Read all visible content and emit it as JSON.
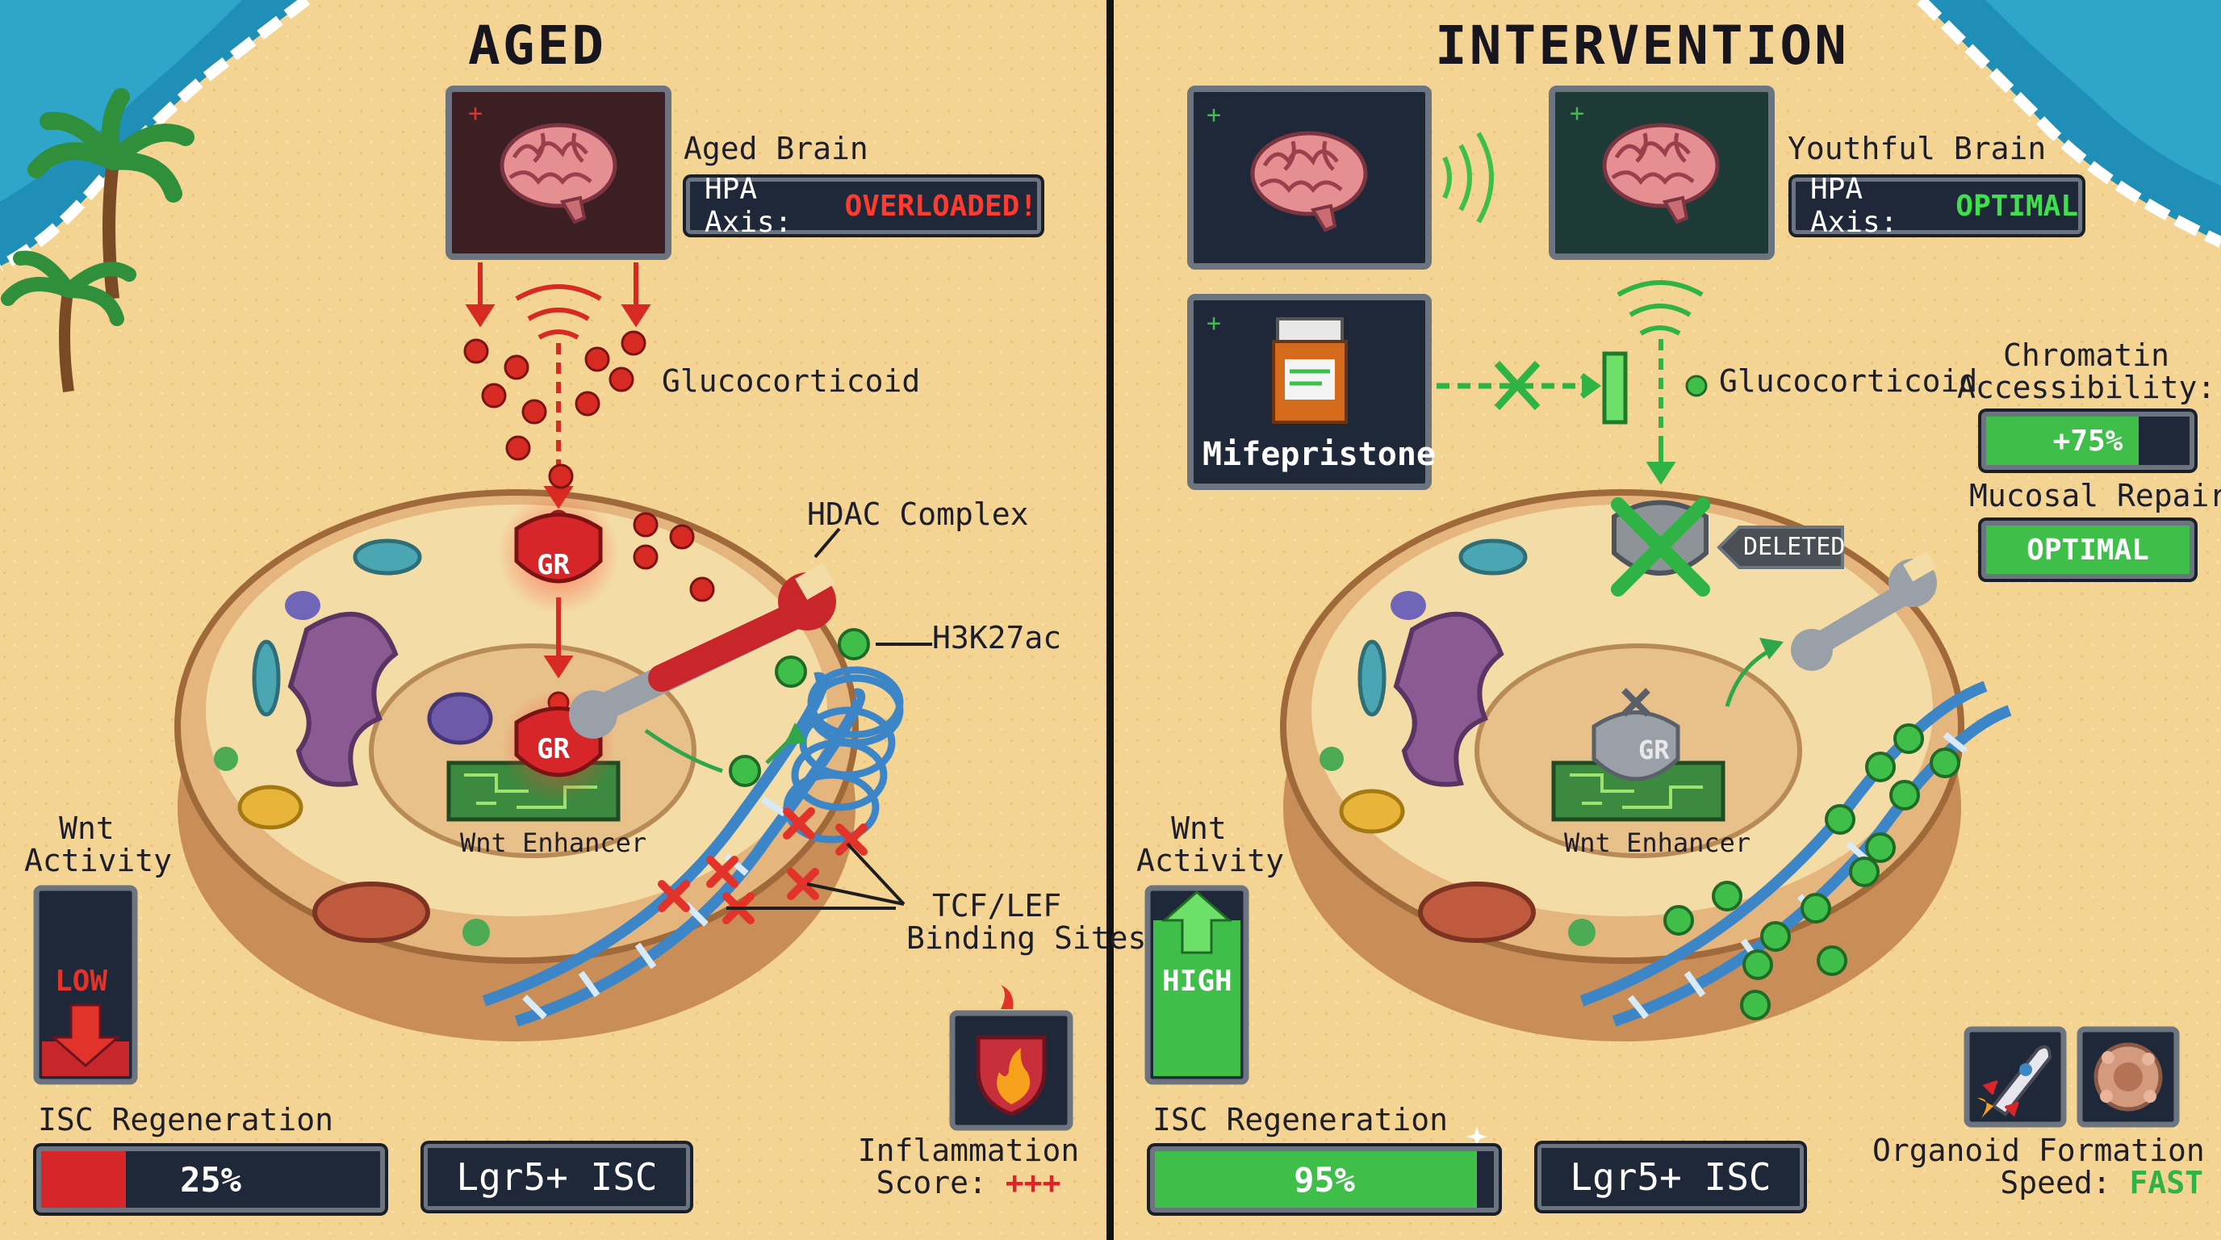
{
  "aged": {
    "title": "AGED",
    "brain_label": "Aged Brain",
    "hpa_prefix": "HPA Axis:",
    "hpa_status": "OVERLOADED!",
    "hormone_label": "Glucocorticoid",
    "receptor_label": "GR",
    "hdac_label": "HDAC Complex",
    "mark_label": "H3K27ac",
    "enhancer_label": "Wnt Enhancer",
    "binding_label_1": "TCF/LEF",
    "binding_label_2": "Binding Sites",
    "wnt_label_1": "Wnt",
    "wnt_label_2": "Activity",
    "wnt_level": "LOW",
    "isc_label": "ISC Regeneration",
    "isc_value": "25%",
    "isc_fraction": 0.25,
    "stem_cell_label": "Lgr5+ ISC",
    "inflammation_label_1": "Inflammation",
    "inflammation_label_2": "Score:",
    "inflammation_value": "+++"
  },
  "intervention": {
    "title": "INTERVENTION",
    "brain_label": "Youthful Brain",
    "hpa_prefix": "HPA Axis:",
    "hpa_status": "OPTIMAL",
    "drug_label": "Mifepristone",
    "hormone_label": "Glucocorticoid",
    "deleted_label": "DELETED",
    "receptor_label": "GR",
    "enhancer_label": "Wnt Enhancer",
    "chromatin_label_1": "Chromatin",
    "chromatin_label_2": "Accessibility:",
    "chromatin_value": "+75%",
    "chromatin_fraction": 0.75,
    "mucosal_label": "Mucosal Repair:",
    "mucosal_value": "OPTIMAL",
    "wnt_label_1": "Wnt",
    "wnt_label_2": "Activity",
    "wnt_level": "HIGH",
    "isc_label": "ISC Regeneration",
    "isc_value": "95%",
    "isc_fraction": 0.95,
    "stem_cell_label": "Lgr5+ ISC",
    "organoid_label_1": "Organoid Formation",
    "organoid_label_2": "Speed:",
    "organoid_value": "FAST"
  },
  "colors": {
    "sand": "#f3d493",
    "sea": "#1f8fb8",
    "panel": "#1f2838",
    "danger_red": "#e2332b",
    "optimal_green": "#38c44a",
    "dna_blue": "#3c86c8",
    "cell_wall": "#d9a772"
  }
}
